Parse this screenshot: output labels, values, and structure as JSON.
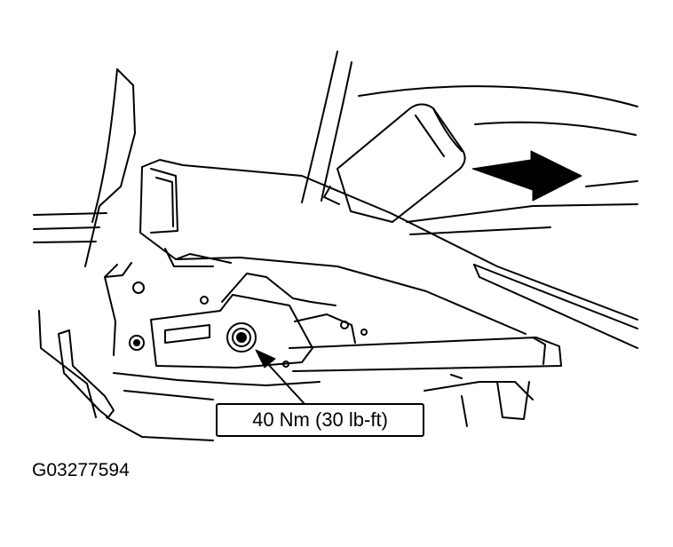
{
  "callout": {
    "torque": "40 Nm (30 lb-ft)"
  },
  "figure": {
    "id": "G03277594"
  },
  "icons": {
    "insert-arrow": "thick-arrow-pointing-left",
    "bolt-arrow": "arrow-pointing-up-left"
  }
}
